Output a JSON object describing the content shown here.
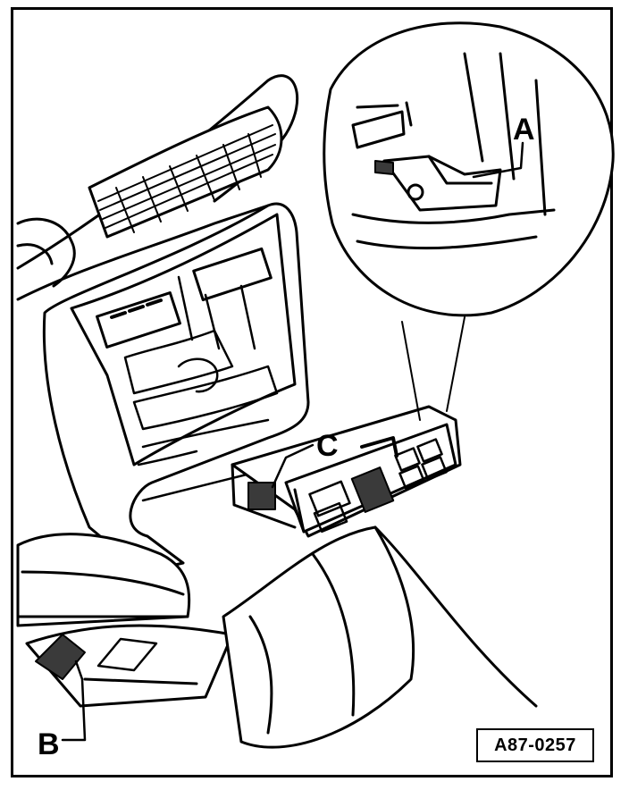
{
  "callouts": {
    "a": "A",
    "b": "B",
    "c": "C"
  },
  "figure_code": "A87-0257",
  "colors": {
    "ink": "#000000",
    "paper": "#ffffff",
    "shade": "#3a3a3a"
  }
}
